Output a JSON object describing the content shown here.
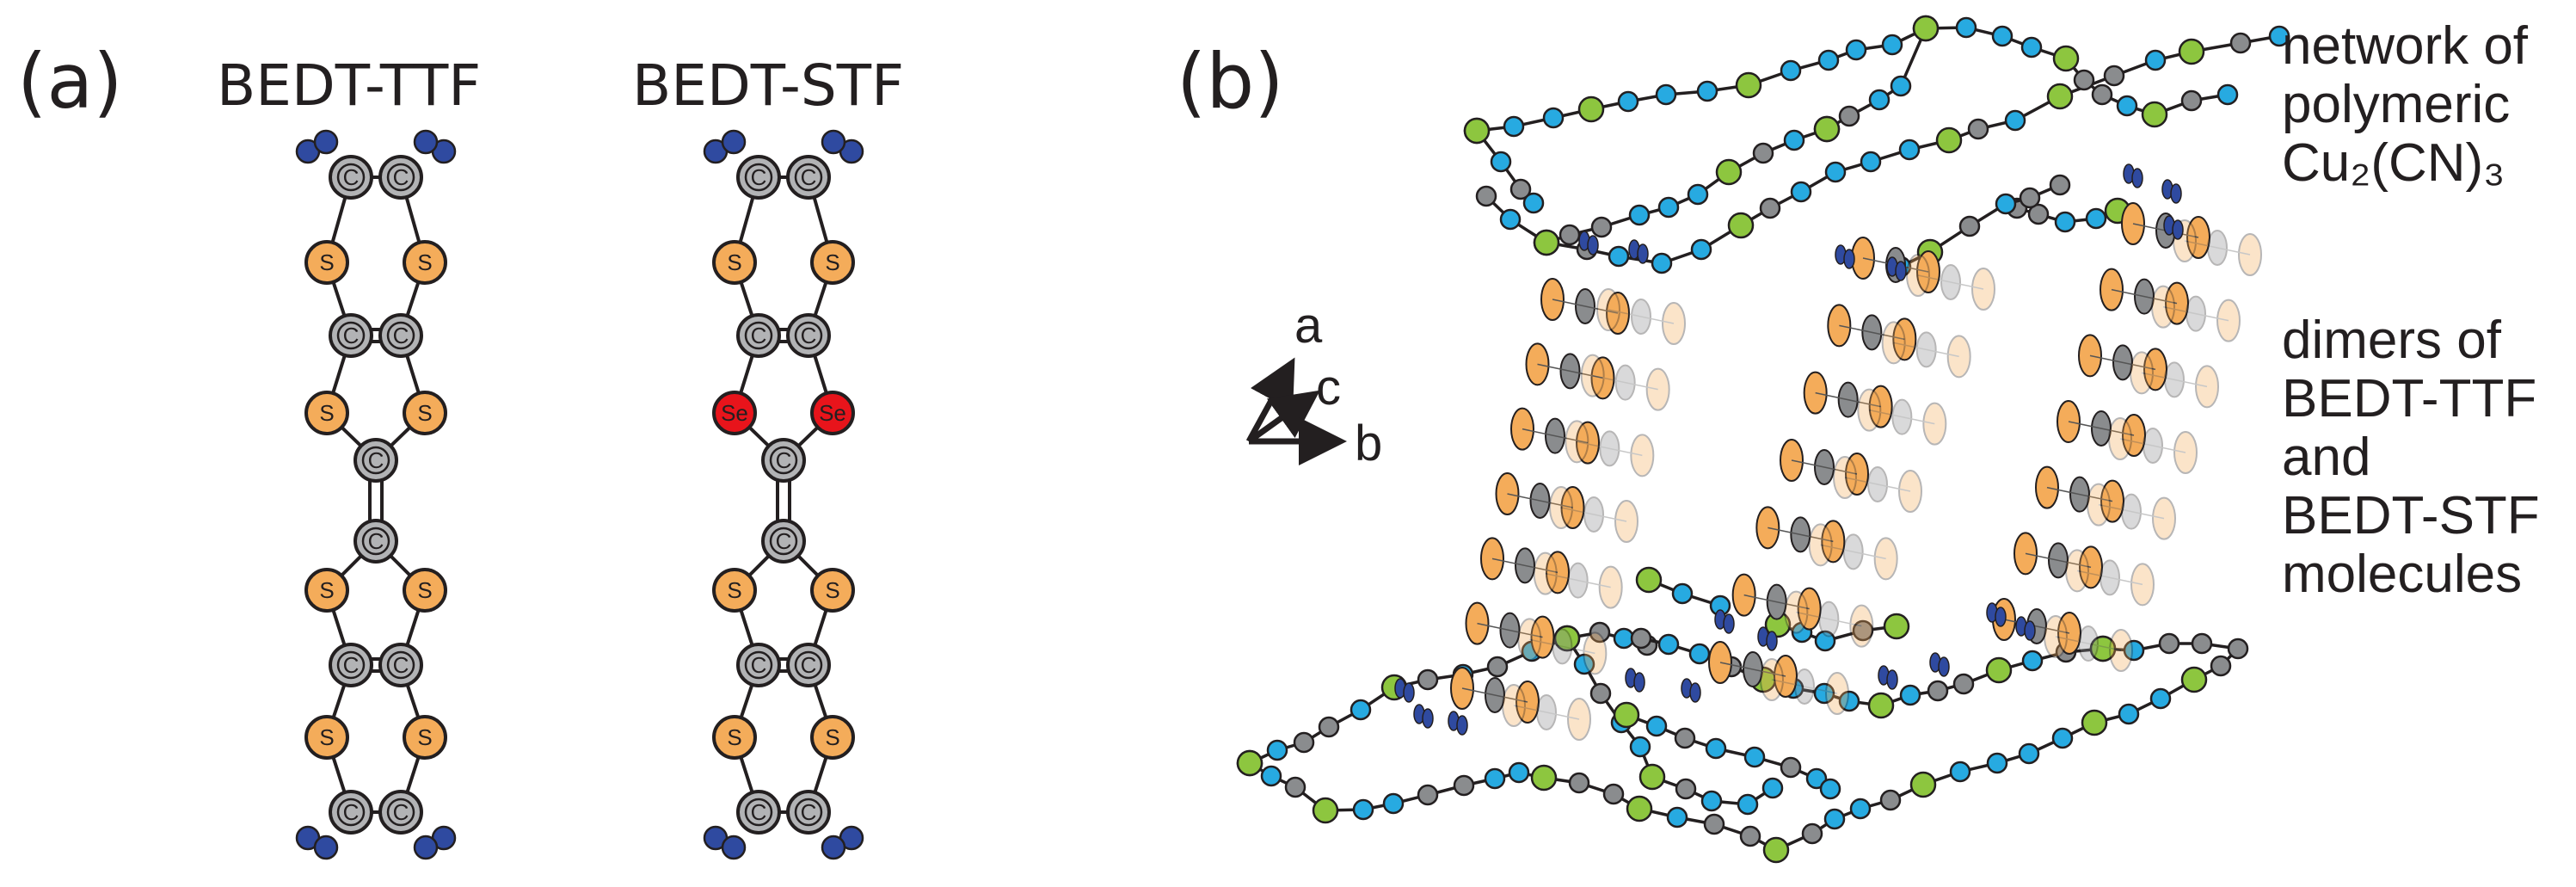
{
  "panel_a": {
    "label": "(a)",
    "molecules": [
      {
        "name": "BEDT-TTF",
        "chalcogen_label": "S",
        "chalcogen_color": "#f4ac5a"
      },
      {
        "name": "BEDT-STF",
        "chalcogen_label": "Se",
        "chalcogen_color": "#e8141b"
      }
    ],
    "atom_labels": {
      "carbon": "C",
      "sulfur": "S"
    },
    "colors": {
      "carbon": "#b2b3b5",
      "sulfur": "#f4ac5a",
      "selenium": "#e8141b",
      "hydrogen": "#2f4aa0"
    }
  },
  "panel_b": {
    "label": "(b)",
    "axes": {
      "a": "a",
      "c": "c",
      "b": "b"
    },
    "colors": {
      "cu_green": "#8dc63f",
      "cn_cyan": "#27aae1",
      "carbon_gray": "#8a8c8e",
      "sulfur_orange": "#f4ac5a",
      "hydrogen_blue": "#2f4aa0"
    }
  },
  "annotations": {
    "network": [
      "network of",
      "polymeric",
      "Cu₂(CN)₃"
    ],
    "dimers": [
      "dimers of",
      "BEDT-TTF",
      "and",
      "BEDT-STF",
      "molecules"
    ]
  }
}
